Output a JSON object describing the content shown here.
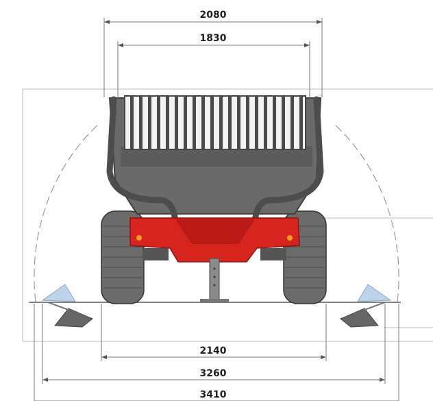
{
  "dimensions": {
    "top_overall_width": "2080",
    "top_inner_width": "1830",
    "track_width": "2140",
    "crane_reach_inner": "3260",
    "crane_reach_outer": "3410"
  },
  "colors": {
    "chassis_red": "#d8241f",
    "body_grey": "#5f5f5f",
    "tire_grey": "#6b6b6b",
    "line_grey": "#888888",
    "outrigger_blue": "#bcd3ea"
  }
}
